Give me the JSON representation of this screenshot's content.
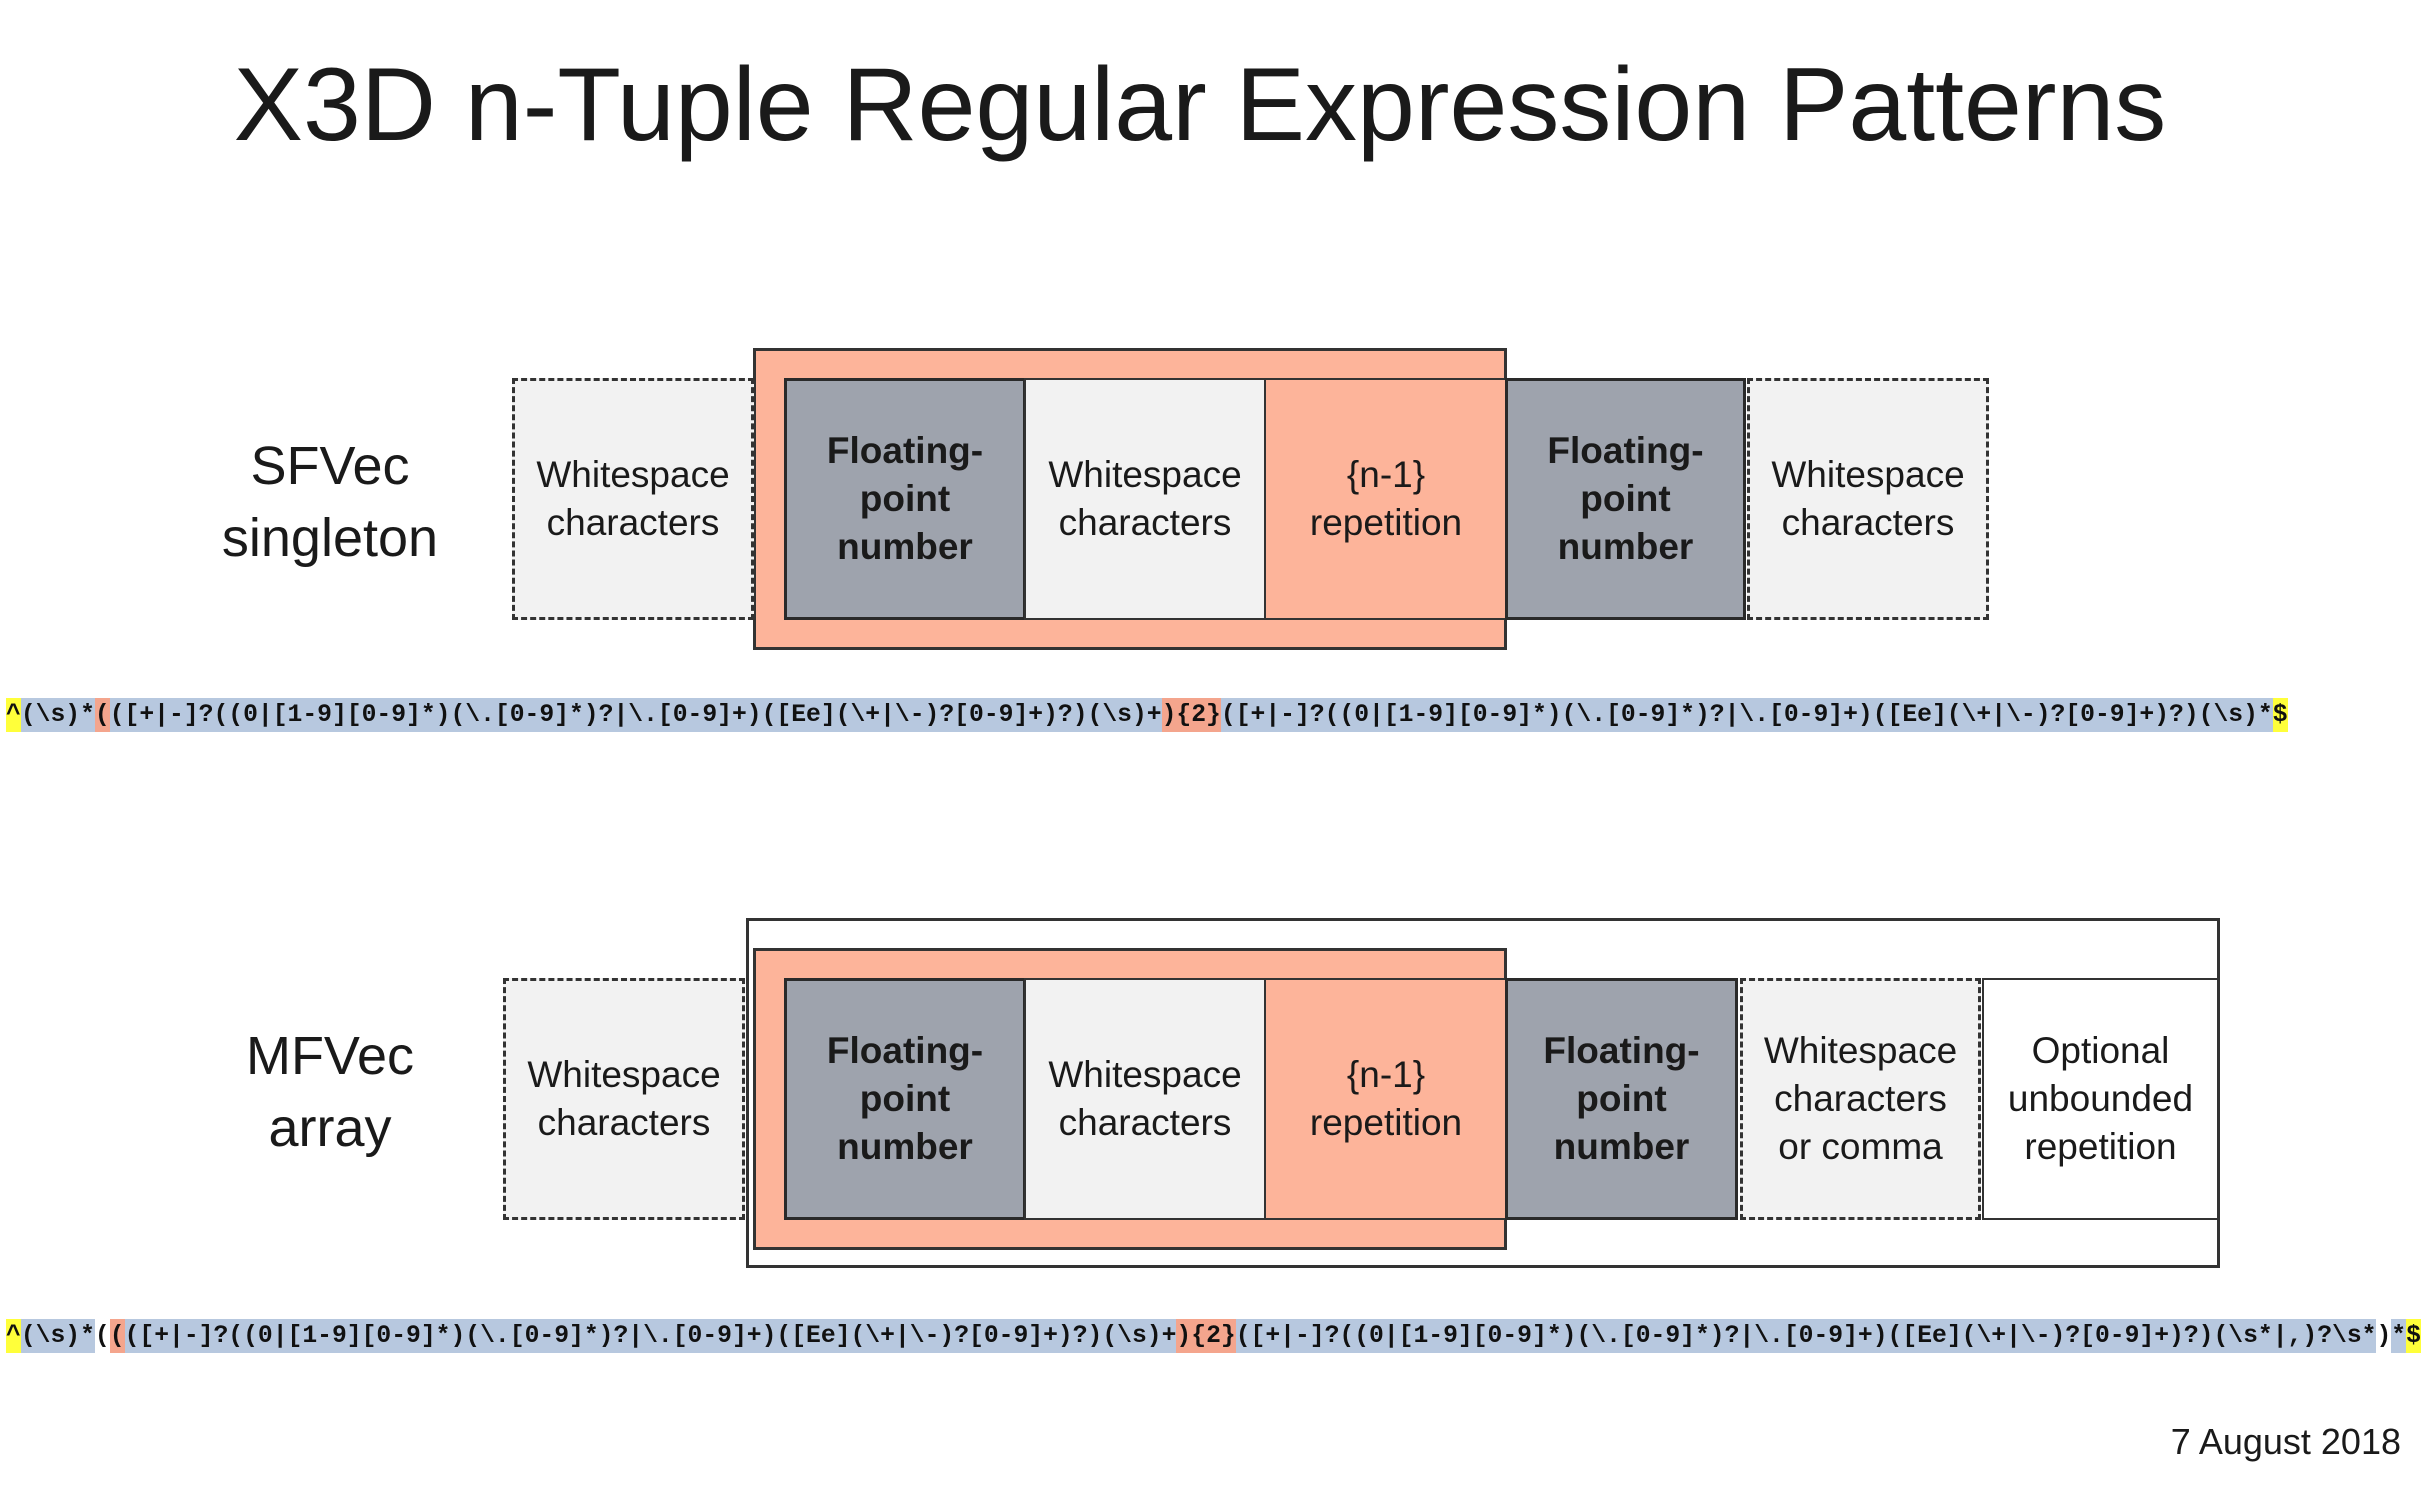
{
  "title": "X3D n-Tuple Regular Expression Patterns",
  "date": "7 August 2018",
  "sfvec": {
    "label_line1": "SFVec",
    "label_line2": "singleton",
    "whitespace_left": [
      "Whitespace",
      "characters"
    ],
    "float_1": [
      "Floating-",
      "point",
      "number"
    ],
    "whitespace_mid": [
      "Whitespace",
      "characters"
    ],
    "repetition": [
      "{n-1}",
      "repetition"
    ],
    "float_2": [
      "Floating-",
      "point",
      "number"
    ],
    "whitespace_right": [
      "Whitespace",
      "characters"
    ],
    "regex": {
      "anchor_start": "^",
      "ws_start": "(\\s)*",
      "group_open": "(",
      "group_body": "([+|-]?((0|[1-9][0-9]*)(\\.[0-9]*)?|\\.[0-9]+)([Ee](\\+|\\-)?[0-9]+)?)(\\s)+",
      "group_close": ")",
      "quantifier": "{2}",
      "tail": "([+|-]?((0|[1-9][0-9]*)(\\.[0-9]*)?|\\.[0-9]+)([Ee](\\+|\\-)?[0-9]+)?)(\\s)*",
      "anchor_end": "$"
    }
  },
  "mfvec": {
    "label_line1": "MFVec",
    "label_line2": "array",
    "whitespace_left": [
      "Whitespace",
      "characters"
    ],
    "float_1": [
      "Floating-",
      "point",
      "number"
    ],
    "whitespace_mid": [
      "Whitespace",
      "characters"
    ],
    "repetition": [
      "{n-1}",
      "repetition"
    ],
    "float_2": [
      "Floating-",
      "point",
      "number"
    ],
    "whitespace_comma": [
      "Whitespace",
      "characters",
      "or comma"
    ],
    "optional": [
      "Optional",
      "unbounded",
      "repetition"
    ],
    "regex": {
      "anchor_start": "^",
      "ws_start": "(\\s)*",
      "outer_open": "(",
      "group_open": "(",
      "group_body": "([+|-]?((0|[1-9][0-9]*)(\\.[0-9]*)?|\\.[0-9]+)([Ee](\\+|\\-)?[0-9]+)?)(\\s)+",
      "group_close": ")",
      "quantifier": "{2}",
      "tail": "([+|-]?((0|[1-9][0-9]*)(\\.[0-9]*)?|\\.[0-9]+)([Ee](\\+|\\-)?[0-9]+)?)(\\s*|,)?\\s*",
      "outer_close": ")",
      "star": "*",
      "anchor_end": "$"
    }
  }
}
